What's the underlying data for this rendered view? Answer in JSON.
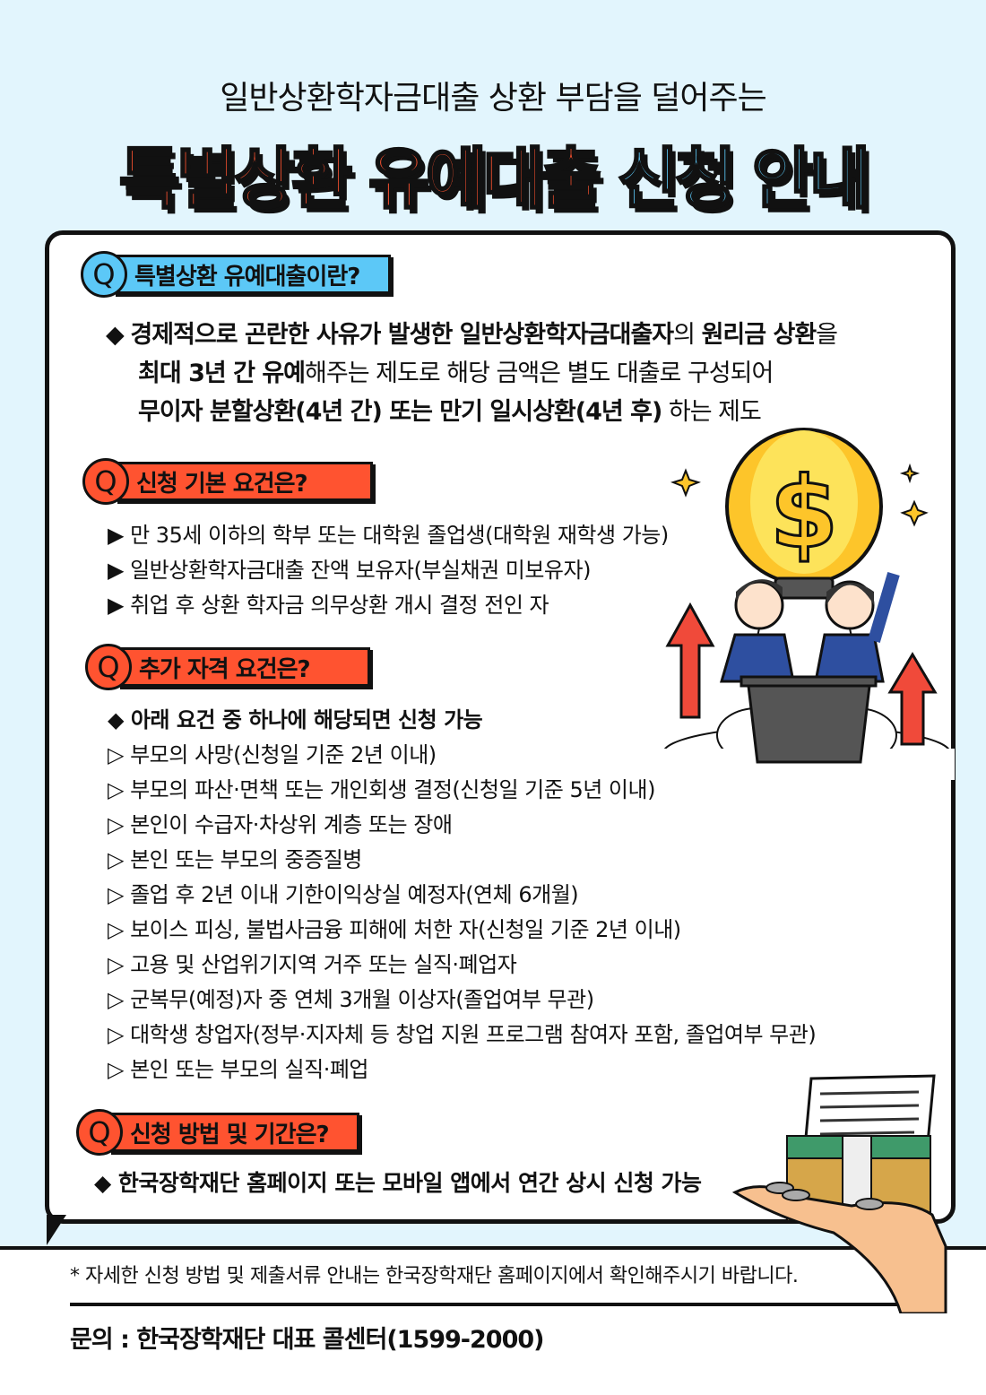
{
  "header": {
    "subtitle": "일반상환학자금대출 상환 부담을 덜어주는",
    "title_part1": "특별상환 유예대출",
    "title_part2": "신청 안내"
  },
  "colors": {
    "accent_orange": "#ff5330",
    "accent_blue": "#5cc8f7",
    "background": "#e2f5fd"
  },
  "sections": [
    {
      "q": "Q",
      "heading": "특별상환 유예대출이란?",
      "body": [
        {
          "text": "경제적으로 곤란한 사유가 발생한 일반상환학자금대출자",
          "bold": true
        },
        {
          "text": "의 ",
          "bold": false
        },
        {
          "text": "원리금 상환",
          "bold": true
        },
        {
          "text": "을 ",
          "bold": false
        },
        {
          "text": "최대 3년 간 유예",
          "bold": true
        },
        {
          "text": "해주는 제도로 해당 금액은 별도 대출로 구성되어 ",
          "bold": false
        },
        {
          "text": "무이자 분할상환(4년 간) 또는 만기 일시상환(4년 후)",
          "bold": true
        },
        {
          "text": " 하는 제도",
          "bold": false
        }
      ],
      "bullet": "◆"
    },
    {
      "q": "Q",
      "heading": "신청 기본 요건은?",
      "items": [
        "▶ 만 35세 이하의 학부 또는 대학원 졸업생(대학원 재학생 가능)",
        "▶ 일반상환학자금대출 잔액 보유자(부실채권 미보유자)",
        "▶ 취업 후 상환 학자금 의무상환 개시 결정 전인 자"
      ]
    },
    {
      "q": "Q",
      "heading": "추가 자격 요건은?",
      "lead": "◆ 아래 요건 중 하나에 해당되면 신청 가능",
      "items": [
        "▷ 부모의 사망(신청일 기준 2년 이내)",
        "▷ 부모의 파산·면책 또는 개인회생 결정(신청일 기준 5년 이내)",
        "▷ 본인이 수급자·차상위 계층 또는 장애",
        "▷ 본인 또는 부모의 중증질병",
        "▷ 졸업 후 2년 이내 기한이익상실 예정자(연체 6개월)",
        "▷ 보이스 피싱, 불법사금융 피해에 처한 자(신청일 기준 2년 이내)",
        "▷ 고용 및 산업위기지역 거주 또는 실직·폐업자",
        "▷ 군복무(예정)자 중 연체 3개월 이상자(졸업여부 무관)",
        "▷ 대학생 창업자(정부·지자체 등 창업 지원 프로그램 참여자 포함, 졸업여부 무관)",
        "▷ 본인 또는 부모의 실직·폐업"
      ]
    },
    {
      "q": "Q",
      "heading": "신청 방법 및 기간은?",
      "lead": "◆ 한국장학재단 홈페이지 또는 모바일 앱에서 연간 상시 신청 가능"
    }
  ],
  "footer": {
    "note": "* 자세한 신청 방법 및 제출서류 안내는 한국장학재단 홈페이지에서 확인해주시기 바랍니다.",
    "contact": "문의 : 한국장학재단 대표 콜센터(1599-2000)"
  },
  "illustration": {
    "dollar_symbol": "$"
  }
}
